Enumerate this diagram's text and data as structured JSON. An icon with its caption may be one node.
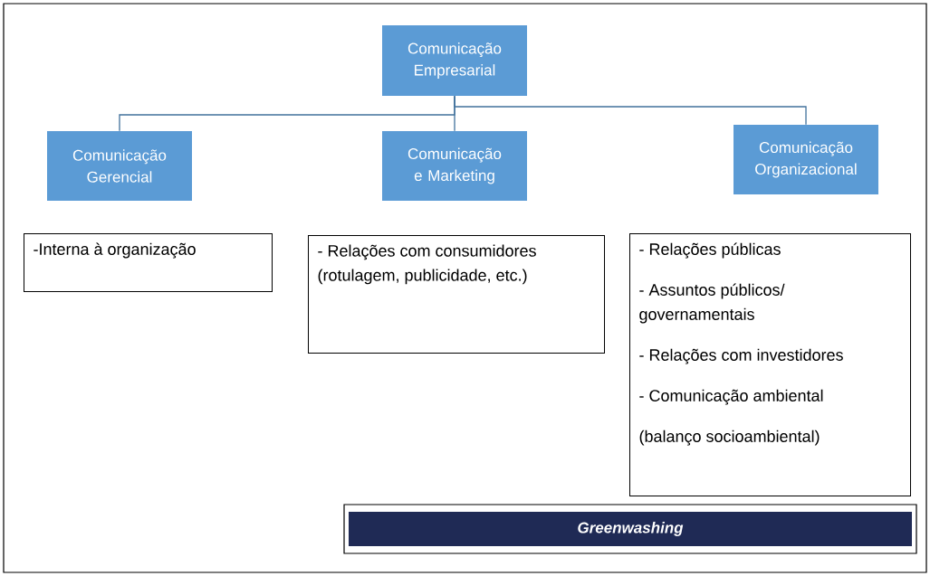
{
  "diagram": {
    "nodes": [
      {
        "text": [
          "Comunicação Empresarial"
        ]
      },
      {
        "text": [
          "Comunicação Gerencial"
        ]
      },
      {
        "text": [
          "Comunicação e Marketing"
        ]
      },
      {
        "text": [
          "Comunicação Organizacional"
        ]
      },
      {
        "text": [
          "-Interna à organização"
        ]
      },
      {
        "text": [
          "- Relações com consumidores (rotulagem, publicidade, etc.)"
        ]
      },
      {
        "text": [
          "- Relações públicas",
          "- Assuntos públicos/ governamentais",
          "- Relações com investidores",
          "- Comunicação ambiental",
          "(balanço socioambiental)"
        ]
      },
      {
        "text": [
          "Greenwashing"
        ]
      }
    ],
    "edges": [
      {
        "from": 0,
        "to": 1,
        "arrow": "none"
      },
      {
        "from": 0,
        "to": 2,
        "arrow": "none"
      },
      {
        "from": 0,
        "to": 3,
        "arrow": "none"
      }
    ]
  }
}
